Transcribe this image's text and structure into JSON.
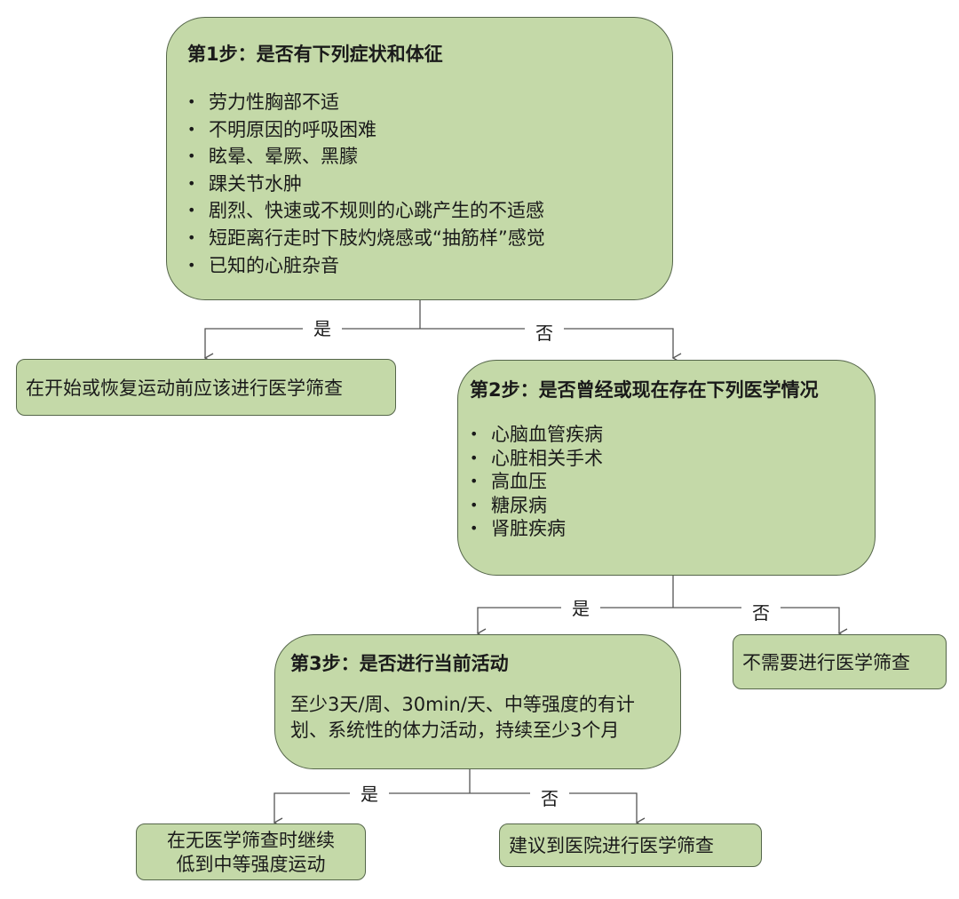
{
  "step1": {
    "title": "第1步：是否有下列症状和体征",
    "items": [
      "劳力性胸部不适",
      "不明原因的呼吸困难",
      "眩晕、晕厥、黑朦",
      "踝关节水肿",
      "剧烈、快速或不规则的心跳产生的不适感",
      "短距离行走时下肢灼烧感或“抽筋样”感觉",
      "已知的心脏杂音"
    ]
  },
  "step1_yes": {
    "label": "是",
    "result": "在开始或恢复运动前应该进行医学筛查"
  },
  "step1_no": {
    "label": "否"
  },
  "step2": {
    "title": "第2步：是否曾经或现在存在下列医学情况",
    "items": [
      "心脑血管疾病",
      "心脏相关手术",
      "高血压",
      "糖尿病",
      "肾脏疾病"
    ]
  },
  "step2_yes": {
    "label": "是"
  },
  "step2_no": {
    "label": "否",
    "result": "不需要进行医学筛查"
  },
  "step3": {
    "title": "第3步：是否进行当前活动",
    "desc_lines": [
      "至少3天/周、30min/天、中等强度的有计",
      "划、系统性的体力活动，持续至少3个月"
    ]
  },
  "step3_yes": {
    "label": "是",
    "result_lines": [
      "在无医学筛查时继续",
      "低到中等强度运动"
    ]
  },
  "step3_no": {
    "label": "否",
    "result": "建议到医院进行医学筛查"
  },
  "colors": {
    "box_fill": "#c4d9a8",
    "box_border": "#55664a",
    "connector": "#555555"
  }
}
